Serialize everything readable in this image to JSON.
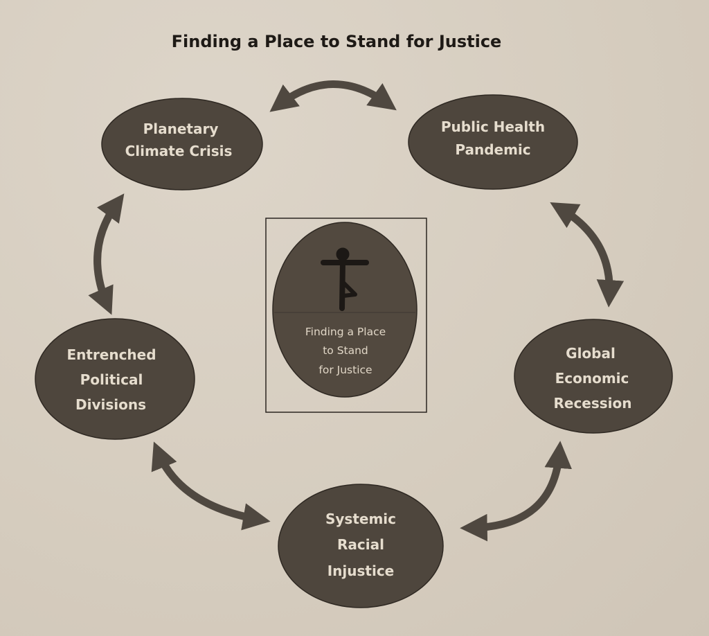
{
  "title": "Finding a Place to Stand for Justice",
  "center": {
    "icon": "tree-pose-figure-icon",
    "lines": [
      "Finding a Place",
      "to Stand",
      "for Justice"
    ]
  },
  "nodes": [
    {
      "id": "planetary-climate-crisis",
      "lines": [
        "Planetary",
        "Climate Crisis"
      ]
    },
    {
      "id": "public-health-pandemic",
      "lines": [
        "Public Health",
        "Pandemic"
      ]
    },
    {
      "id": "global-economic-recession",
      "lines": [
        "Global",
        "Economic",
        "Recession"
      ]
    },
    {
      "id": "systemic-racial-injustice",
      "lines": [
        "Systemic",
        "Racial",
        "Injustice"
      ]
    },
    {
      "id": "entrenched-political-divisions",
      "lines": [
        "Entrenched",
        "Political",
        "Divisions"
      ]
    }
  ],
  "connections": [
    {
      "from": "planetary-climate-crisis",
      "to": "public-health-pandemic",
      "type": "bidirectional"
    },
    {
      "from": "public-health-pandemic",
      "to": "global-economic-recession",
      "type": "bidirectional"
    },
    {
      "from": "global-economic-recession",
      "to": "systemic-racial-injustice",
      "type": "bidirectional"
    },
    {
      "from": "systemic-racial-injustice",
      "to": "entrenched-political-divisions",
      "type": "bidirectional"
    },
    {
      "from": "entrenched-political-divisions",
      "to": "planetary-climate-crisis",
      "type": "bidirectional"
    }
  ],
  "colors": {
    "paper": "#d8cfc2",
    "node_fill": "#4e463d",
    "node_text": "#e6ddce",
    "arrow": "#4f4840",
    "title": "#1e1a16"
  }
}
